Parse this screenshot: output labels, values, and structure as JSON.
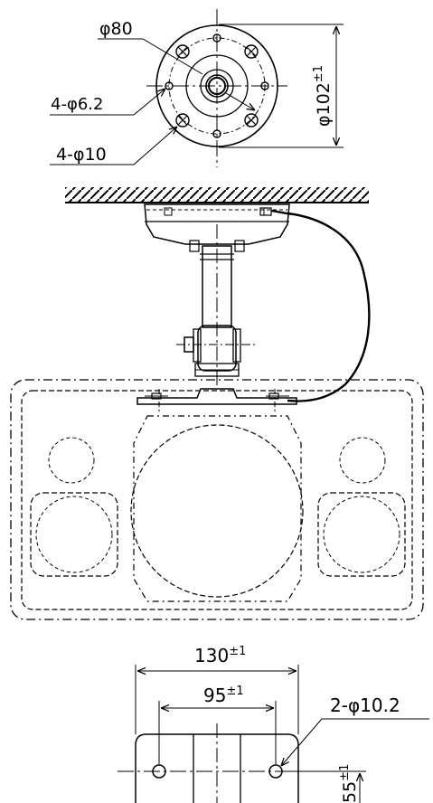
{
  "labels": {
    "phi80": "φ80",
    "phi6_2": "4-φ6.2",
    "phi10": "4-φ10",
    "phi102": "φ102",
    "phi102_tol": "±1",
    "dim130": "130",
    "dim130_tol": "±1",
    "dim95": "95",
    "dim95_tol": "±1",
    "phi10_2": "2-φ10.2",
    "dim55": "55",
    "dim55_tol": "±1"
  }
}
